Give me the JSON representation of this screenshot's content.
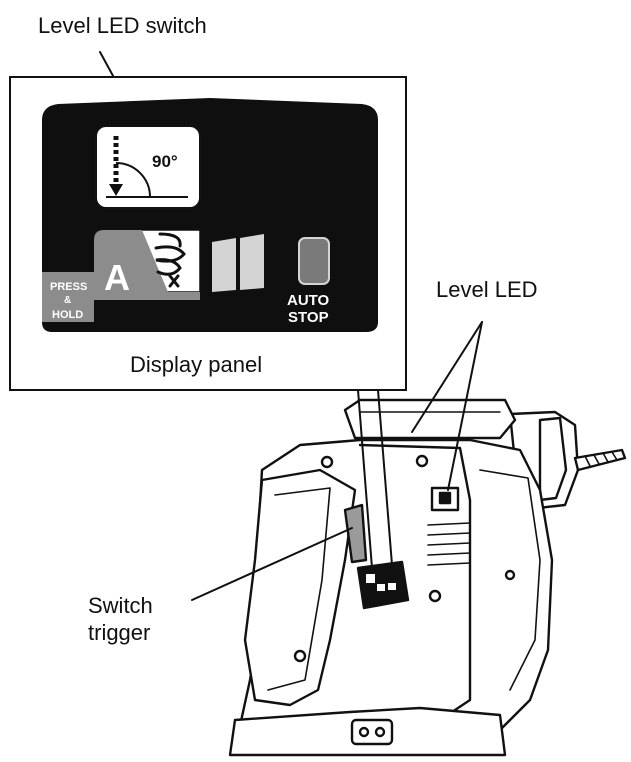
{
  "labels": {
    "level_led_switch": "Level LED switch",
    "level_led": "Level LED",
    "display_panel": "Display panel",
    "switch_trigger_line1": "Switch",
    "switch_trigger_line2": "trigger"
  },
  "panel": {
    "angle": "90°",
    "press": "PRESS",
    "amp": "&",
    "hold": "HOLD",
    "mode_letter": "A",
    "auto": "AUTO",
    "stop": "STOP"
  },
  "colors": {
    "ink": "#111111",
    "panel_black": "#0f0f0f",
    "mode_gray": "#8c8c8c",
    "led_gray": "#7a7a7a",
    "segment_light": "#d4d4d4"
  }
}
